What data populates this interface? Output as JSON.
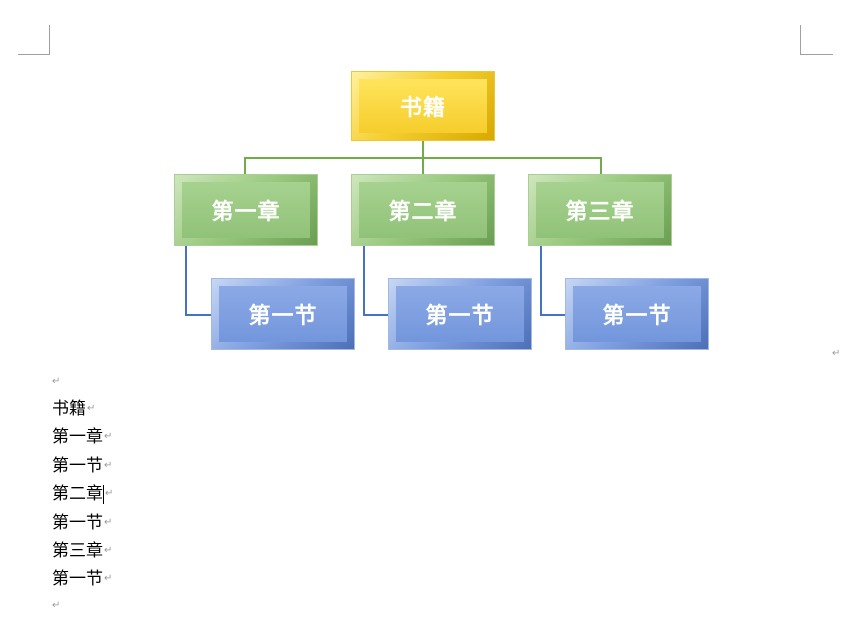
{
  "chart": {
    "root": "书籍",
    "chapters": [
      "第一章",
      "第二章",
      "第三章"
    ],
    "sections": [
      "第一节",
      "第一节",
      "第一节"
    ]
  },
  "outline": [
    "书籍",
    "第一章",
    "第一节",
    "第二章",
    "第一节",
    "第三章",
    "第一节"
  ],
  "colors": {
    "root": "#f5d032",
    "chapter": "#98c87d",
    "section": "#7e9fe0",
    "root_connector": "#70ad47",
    "section_connector": "#4472c4"
  }
}
